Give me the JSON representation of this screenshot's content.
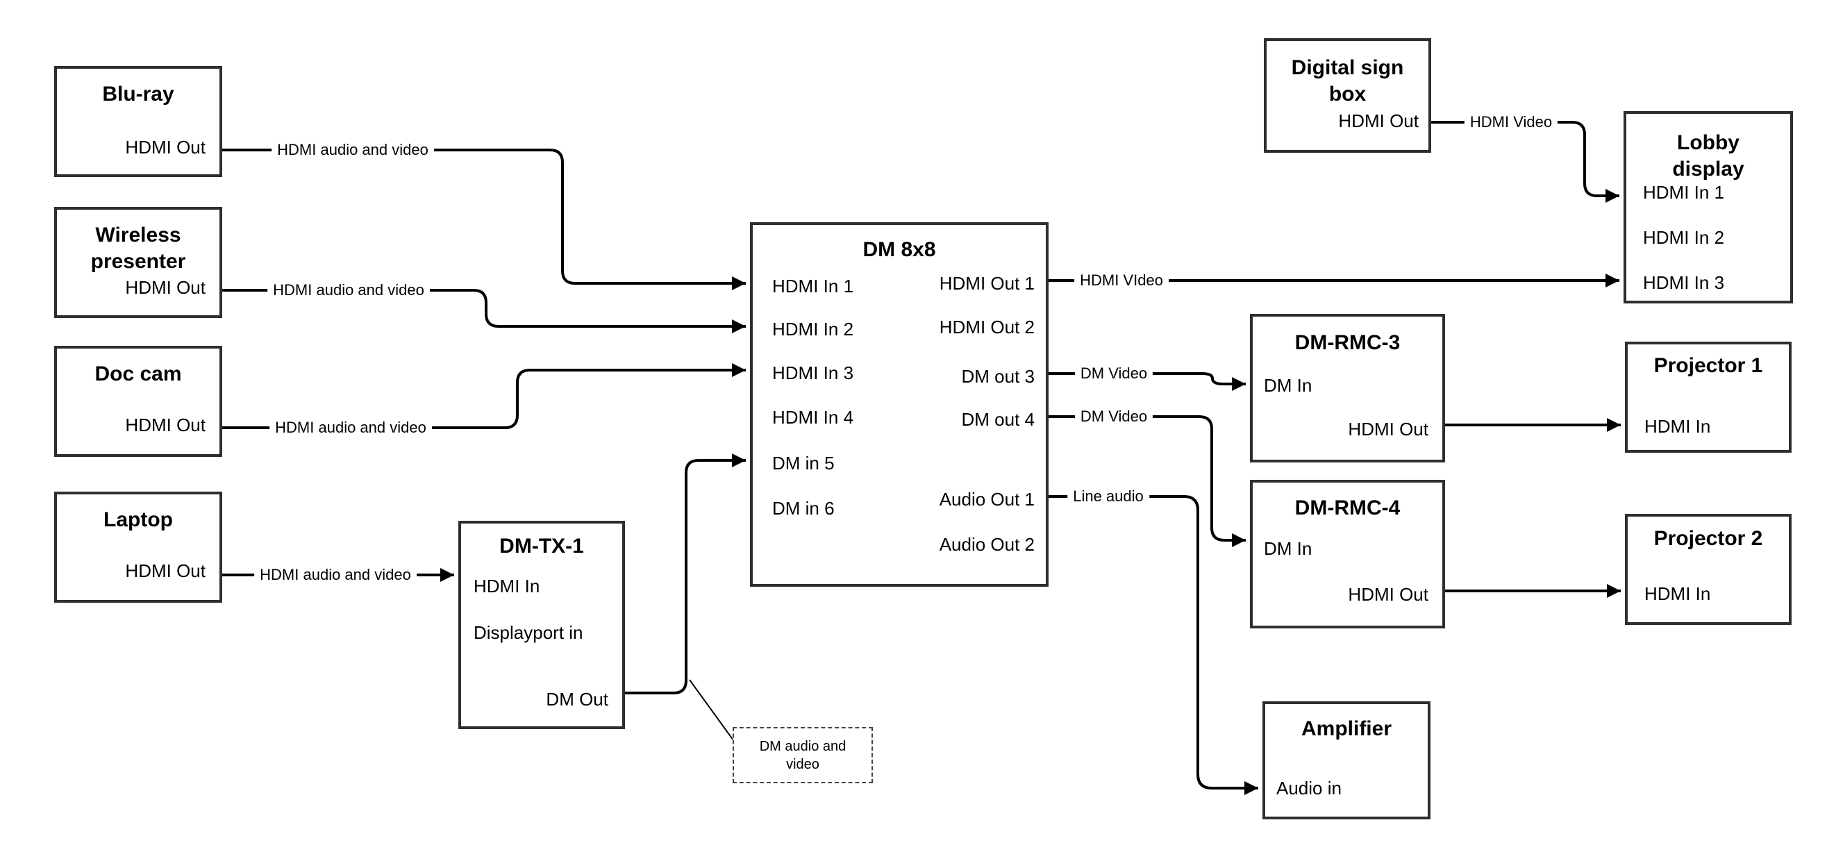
{
  "diagram": {
    "colors": {
      "wire": "#000000",
      "box_border": "#2e2e2e",
      "text": "#000000",
      "background": "#ffffff"
    },
    "nodes": {
      "bluray": {
        "title": [
          "Blu-ray"
        ],
        "ports": [
          "HDMI Out"
        ]
      },
      "wireless": {
        "title": [
          "Wireless",
          "presenter"
        ],
        "ports": [
          "HDMI Out"
        ]
      },
      "doccam": {
        "title": [
          "Doc cam"
        ],
        "ports": [
          "HDMI Out"
        ]
      },
      "laptop": {
        "title": [
          "Laptop"
        ],
        "ports": [
          "HDMI Out"
        ]
      },
      "dmtx1": {
        "title": [
          "DM-TX-1"
        ],
        "ports": [
          "HDMI In",
          "Displayport in",
          "DM Out"
        ]
      },
      "dm8x8": {
        "title": [
          "DM 8x8"
        ],
        "ports_left": [
          "HDMI In 1",
          "HDMI In 2",
          "HDMI In 3",
          "HDMI In 4",
          "DM in 5",
          "DM in 6"
        ],
        "ports_right": [
          "HDMI Out 1",
          "HDMI Out 2",
          "DM out 3",
          "DM out 4",
          "Audio Out 1",
          "Audio Out 2"
        ]
      },
      "digitalsign": {
        "title": [
          "Digital sign",
          "box"
        ],
        "ports": [
          "HDMI Out"
        ]
      },
      "lobby": {
        "title": [
          "Lobby",
          "display"
        ],
        "ports": [
          "HDMI In 1",
          "HDMI In 2",
          "HDMI In 3"
        ]
      },
      "dmrmc3": {
        "title": [
          "DM-RMC-3"
        ],
        "ports": [
          "DM In",
          "HDMI Out"
        ]
      },
      "projector1": {
        "title": [
          "Projector 1"
        ],
        "ports": [
          "HDMI In"
        ]
      },
      "dmrmc4": {
        "title": [
          "DM-RMC-4"
        ],
        "ports": [
          "DM In",
          "HDMI Out"
        ]
      },
      "projector2": {
        "title": [
          "Projector 2"
        ],
        "ports": [
          "HDMI In"
        ]
      },
      "amplifier": {
        "title": [
          "Amplifier"
        ],
        "ports": [
          "Audio in"
        ]
      }
    },
    "wire_labels": {
      "bluray_to_dm8x8": "HDMI audio and video",
      "wireless_to_dm8x8": "HDMI audio and video",
      "doccam_to_dm8x8": "HDMI audio and video",
      "laptop_to_dmtx1": "HDMI audio and video",
      "hdmi_out1_to_lobby": "HDMI VIdeo",
      "dm_out3_to_rmc3": "DM Video",
      "dm_out4_to_rmc4": "DM Video",
      "audio_out1_to_amp": "Line audio",
      "sign_to_lobby": "HDMI Video"
    },
    "note": {
      "lines": [
        "DM audio and",
        "video"
      ]
    }
  }
}
